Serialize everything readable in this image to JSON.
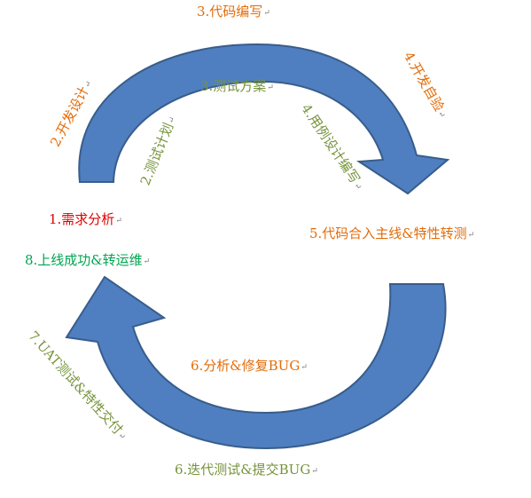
{
  "colors": {
    "arrow_fill": "#4f7fc1",
    "arrow_stroke": "#385d8a",
    "orange": "#e36c09",
    "green": "#77933c",
    "red": "#e00000",
    "bright_green": "#00a550"
  },
  "mark": "↵",
  "labels": {
    "code_write": "3.代码编写",
    "dev_self_test": "4.开发自验",
    "dev_design": "2.开发设计",
    "test_plan_write": "2.测试计划",
    "test_scheme": "3.测试方案",
    "case_design": "4.用例设计编写",
    "requirement": "1.需求分析",
    "merge_test": "5.代码合入主线&特性转测",
    "online_success": "8.上线成功&转运维",
    "uat_test": "7.UAT测试&特性交付",
    "analyze_fix": "6.分析&修复BUG",
    "iterate_test": "6.迭代测试&提交BUG"
  }
}
